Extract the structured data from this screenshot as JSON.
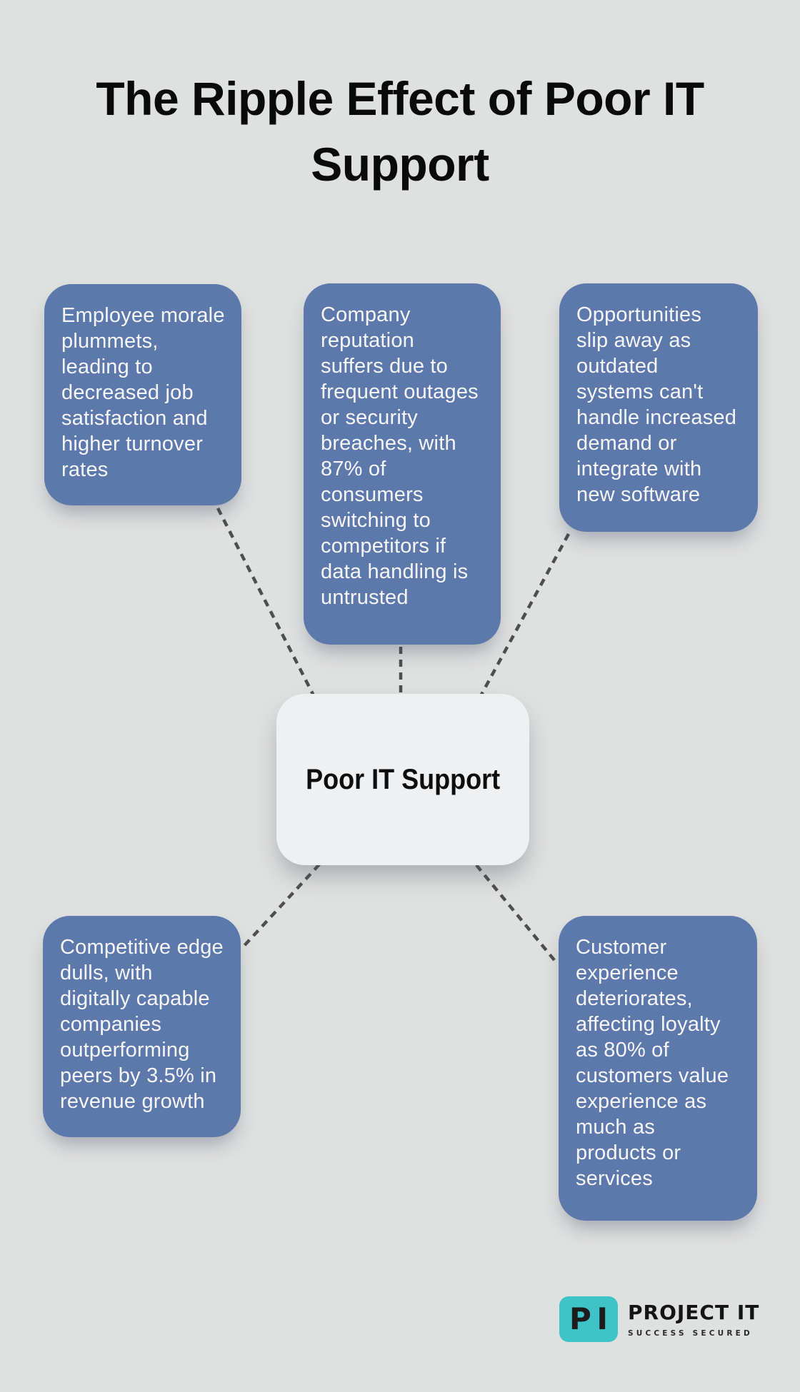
{
  "title": {
    "lines": [
      "The Ripple Effect of Poor IT",
      "Support"
    ]
  },
  "center_node": {
    "label": "Poor IT Support"
  },
  "effect_nodes": [
    {
      "name": "employee-morale",
      "text": "Employee morale\nplummets,\nleading to\ndecreased job\nsatisfaction and\nhigher turnover\nrates"
    },
    {
      "name": "company-reputation",
      "text": "Company\nreputation\nsuffers due to\nfrequent outages\nor security\nbreaches, with\n87% of\nconsumers\nswitching to\ncompetitors if\ndata handling is\nuntrusted"
    },
    {
      "name": "missed-opportunities",
      "text": "Opportunities\nslip away as\noutdated\nsystems can't\nhandle increased\ndemand or\nintegrate with\nnew software"
    },
    {
      "name": "competitive-edge",
      "text": "Competitive edge\ndulls, with\ndigitally capable\ncompanies\noutperforming\npeers by 3.5% in\nrevenue growth"
    },
    {
      "name": "customer-experience",
      "text": "Customer\nexperience\ndeteriorates,\naffecting loyalty\nas 80% of\ncustomers value\nexperience as\nmuch as\nproducts or\nservices"
    }
  ],
  "logo": {
    "monogram_left": "P",
    "monogram_right": "I",
    "name": "PROJECT IT",
    "tagline": "SUCCESS SECURED"
  },
  "colors": {
    "background": "#dfe0e0",
    "node_fill": "#5d78ab",
    "node_text": "#f4f6f9",
    "center_fill": "#eff0f2",
    "center_text": "#0e0e0e",
    "connector": "#4e4e4e",
    "title_text": "#0a0a0a",
    "logo_teal": "#3ec3c8",
    "logo_text": "#141414"
  }
}
